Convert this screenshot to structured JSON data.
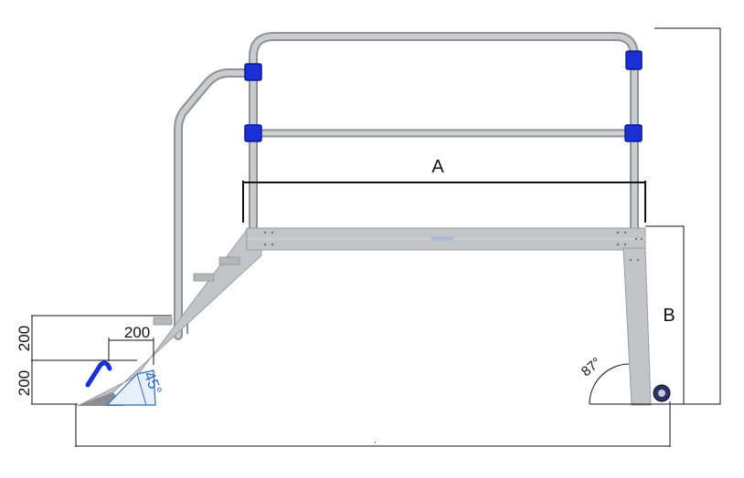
{
  "labels": {
    "span": "A",
    "height": "B",
    "step_run": "200",
    "step_rise_upper": "200",
    "step_rise_lower": "200",
    "stair_angle": "45°",
    "leg_angle": "87°"
  },
  "colors": {
    "rail": "#b9bcc0",
    "rail_edge": "#8e9296",
    "platform": "#c2c4c7",
    "platform_edge": "#9a9da1",
    "clamp": "#1b2fd6",
    "clamp_dark": "#0b1a9a",
    "angle_box": "#2a6db5",
    "lines": "#111111"
  }
}
